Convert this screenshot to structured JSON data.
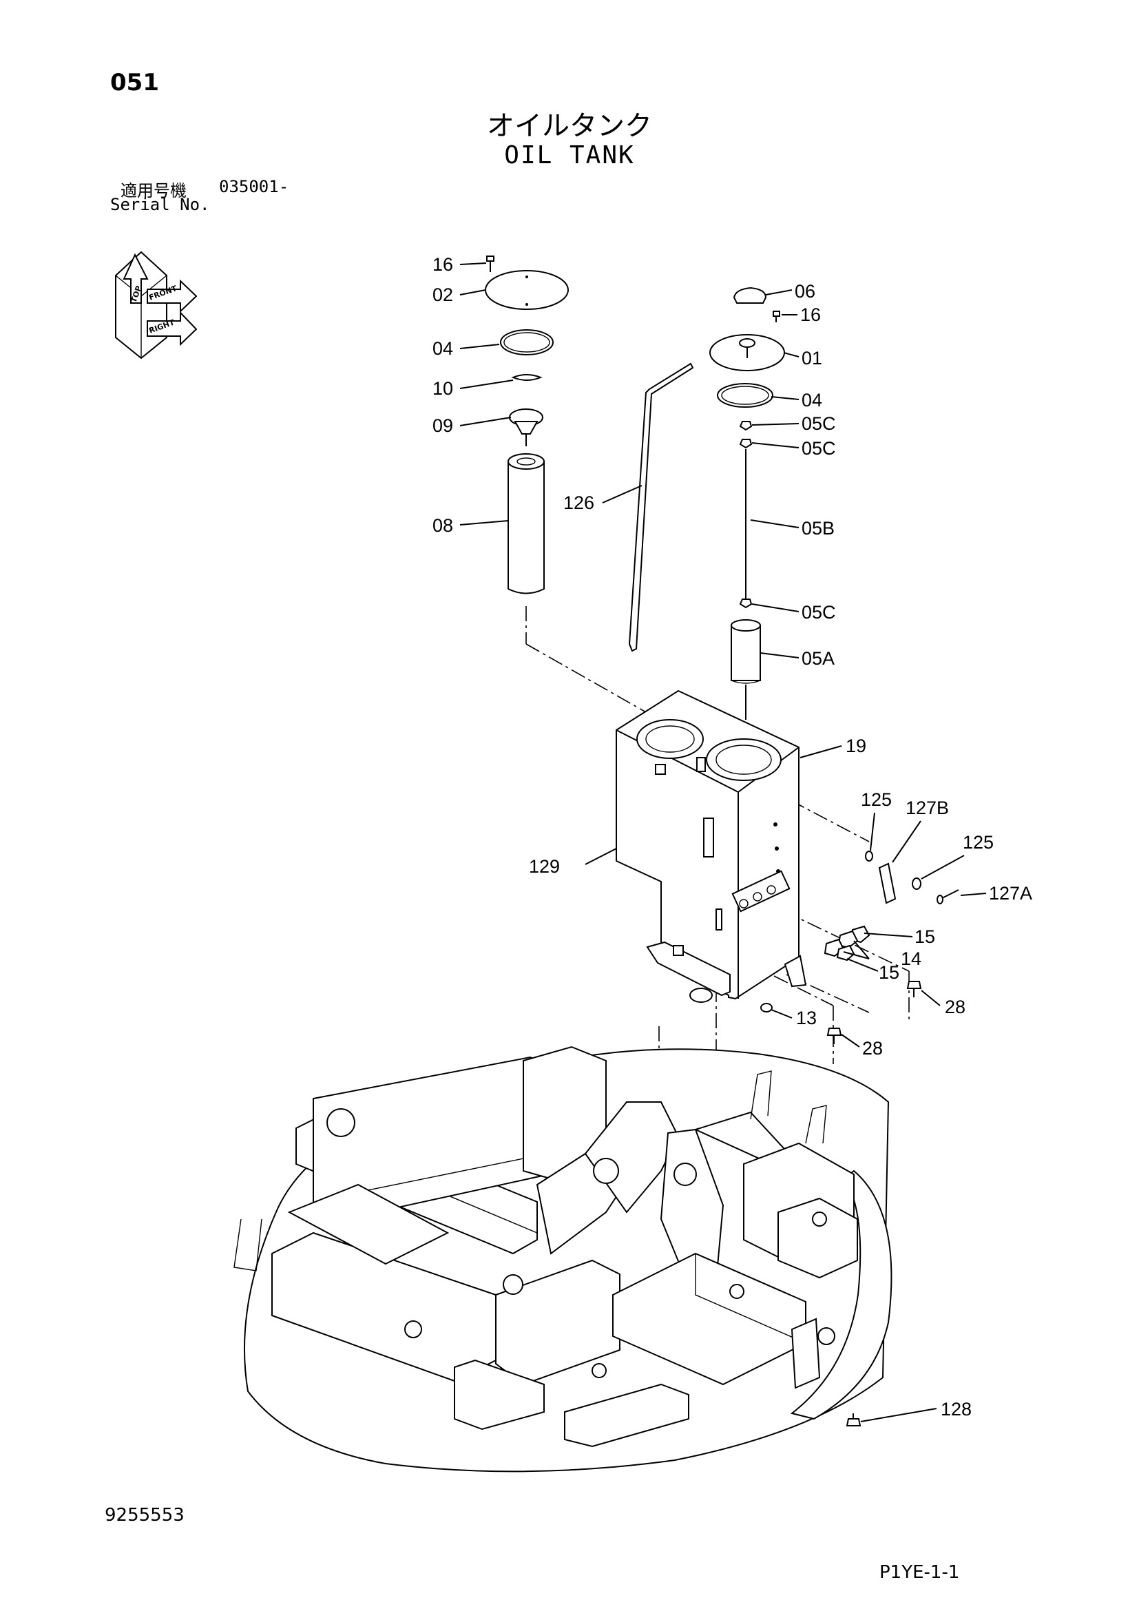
{
  "header": {
    "page_number": "051",
    "title_ja": "オイルタンク",
    "title_en": "OIL TANK",
    "serial_label_ja": "適用号機",
    "serial_code": "035001-",
    "serial_label_en": "Serial No."
  },
  "orientation": {
    "top": "TOP",
    "front": "FRONT",
    "right": "RIGHT"
  },
  "footer": {
    "doc_number": "9255553",
    "sheet_code": "P1YE-1-1"
  },
  "callouts": [
    "16",
    "02",
    "04",
    "10",
    "09",
    "08",
    "126",
    "06",
    "16",
    "01",
    "04",
    "05C",
    "05C",
    "05B",
    "05C",
    "05A",
    "19",
    "129",
    "125",
    "127B",
    "125",
    "127A",
    "15",
    "14",
    "15",
    "28",
    "13",
    "28",
    "128"
  ],
  "colors": {
    "ink": "#000000",
    "paper": "#ffffff"
  }
}
